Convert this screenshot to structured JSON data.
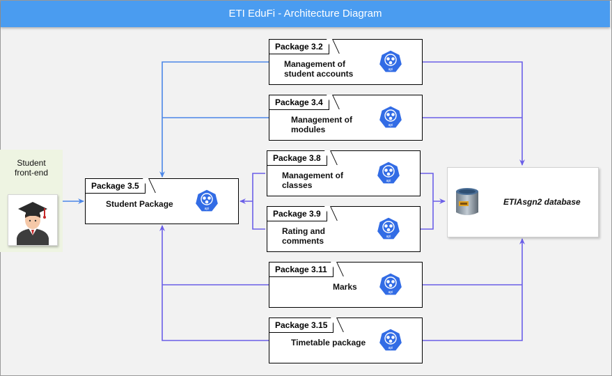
{
  "title": "ETI EduFi - Architecture Diagram",
  "student": {
    "label": "Student\nfront-end"
  },
  "center_package": {
    "tab": "Package 3.5",
    "description": "Student Package"
  },
  "packages": [
    {
      "tab": "Package 3.2",
      "description": "Management of\nstudent accounts"
    },
    {
      "tab": "Package 3.4",
      "description": "Management of\nmodules"
    },
    {
      "tab": "Package 3.8",
      "description": "Management of\nclasses"
    },
    {
      "tab": "Package 3.9",
      "description": "Rating and\ncomments"
    },
    {
      "tab": "Package 3.11",
      "description": "Marks"
    },
    {
      "tab": "Package 3.15",
      "description": "Timetable package"
    }
  ],
  "database": {
    "label": "ETIAsgn2 database",
    "icon": "database-icon"
  },
  "colors": {
    "title_bar": "#4a9cf0",
    "connector_blue": "#4a86e8",
    "connector_purple": "#6a5ee8",
    "api_icon": "#326ce5"
  }
}
